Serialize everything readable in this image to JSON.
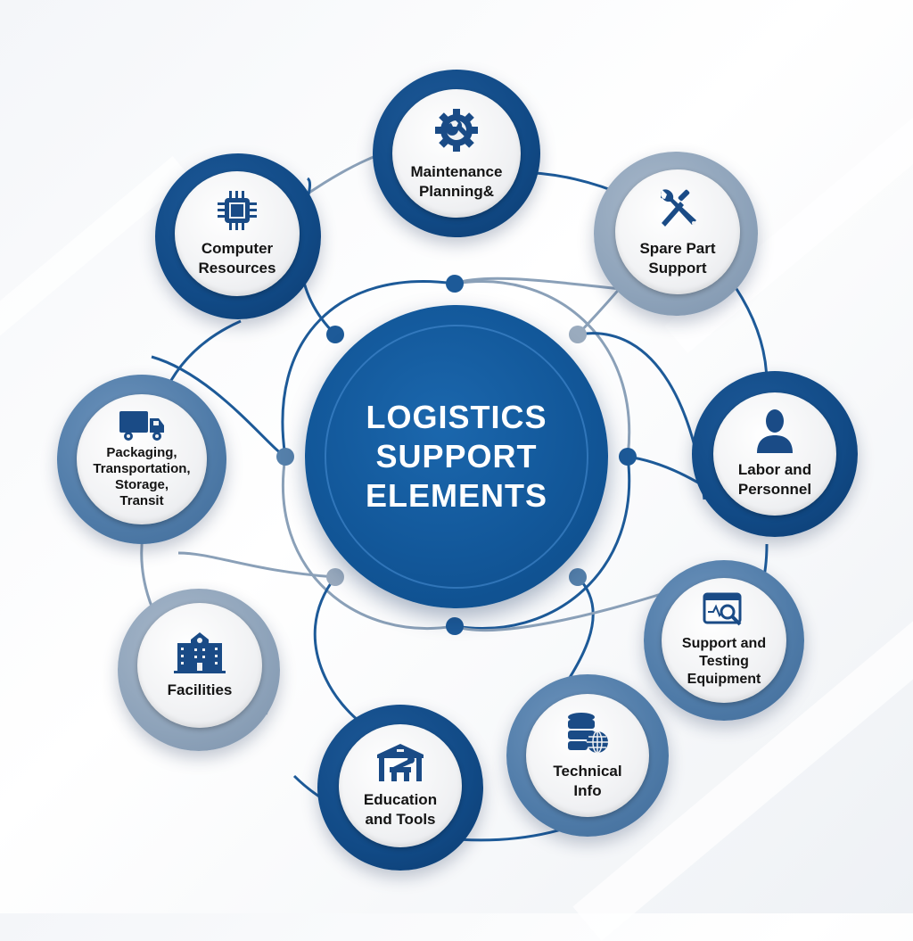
{
  "diagram": {
    "title_lines": [
      "LOGISTICS",
      "SUPPORT",
      "ELEMENTS"
    ],
    "colors": {
      "dark_blue": "#114a86",
      "mid_blue": "#4f7ba8",
      "grey_blue": "#8ea3ba",
      "icon": "#1a4b86",
      "text": "#141414"
    },
    "nodes": [
      {
        "id": "maintenance",
        "lines": [
          "Maintenance",
          "Planning&"
        ],
        "icon": "gear-wrench-icon",
        "ring": "dark"
      },
      {
        "id": "spare-part",
        "lines": [
          "Spare Part",
          "Support"
        ],
        "icon": "wrench-screwdriver-icon",
        "ring": "light"
      },
      {
        "id": "labor",
        "lines": [
          "Labor and",
          "Personnel"
        ],
        "icon": "person-icon",
        "ring": "dark"
      },
      {
        "id": "support-testing",
        "lines": [
          "Support and",
          "Testing",
          "Equipment"
        ],
        "icon": "monitor-magnifier-icon",
        "ring": "mid"
      },
      {
        "id": "technical",
        "lines": [
          "Technical",
          "Info"
        ],
        "icon": "database-globe-icon",
        "ring": "mid"
      },
      {
        "id": "education",
        "lines": [
          "Education",
          "and Tools"
        ],
        "icon": "garage-tools-icon",
        "ring": "dark"
      },
      {
        "id": "facilities",
        "lines": [
          "Facilities"
        ],
        "icon": "building-icon",
        "ring": "light"
      },
      {
        "id": "packaging",
        "lines": [
          "Packaging,",
          "Transportation,",
          "Storage,",
          "Transit"
        ],
        "icon": "truck-icon",
        "ring": "mid"
      },
      {
        "id": "computer",
        "lines": [
          "Computer",
          "Resources"
        ],
        "icon": "cpu-chip-icon",
        "ring": "dark"
      }
    ]
  }
}
